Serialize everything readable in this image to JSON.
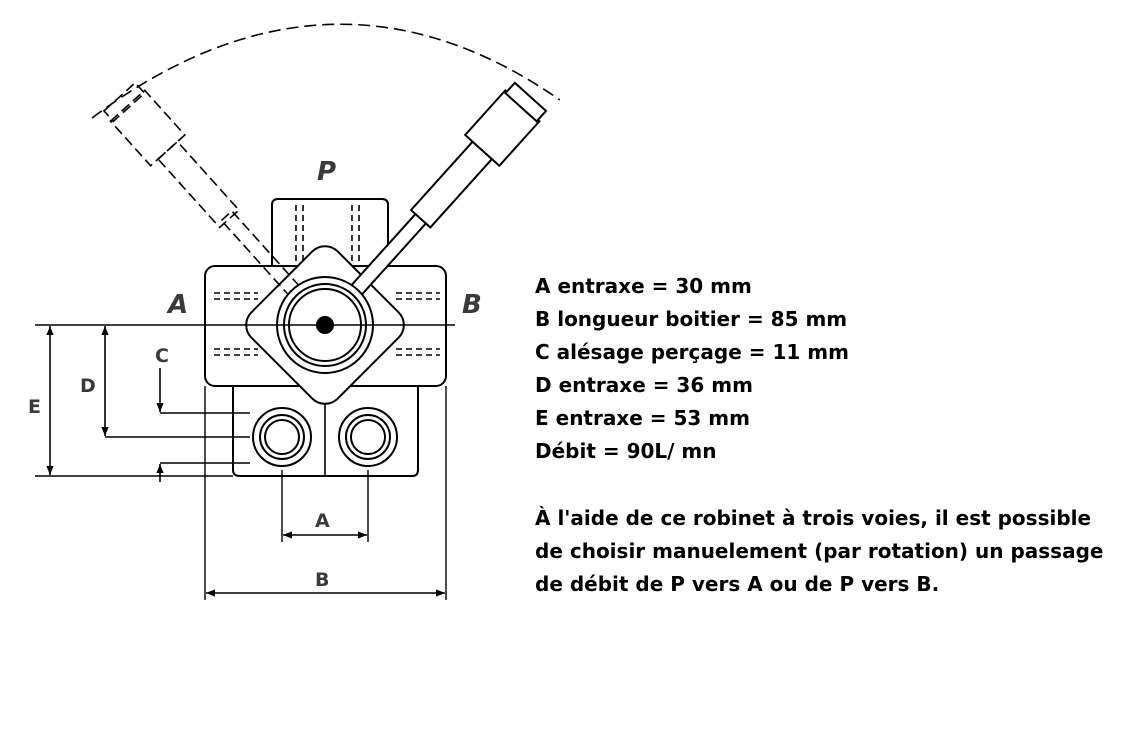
{
  "diagram": {
    "port_labels": {
      "p": "P",
      "a": "A",
      "b": "B"
    },
    "dimension_labels": {
      "a": "A",
      "b": "B",
      "c": "C",
      "d": "D",
      "e": "E"
    }
  },
  "specs": [
    "A entraxe = 30 mm",
    "B longueur boitier = 85 mm",
    "C alésage perçage = 11 mm",
    "D entraxe  = 36 mm",
    "E entraxe = 53 mm",
    "Débit = 90L/ mn"
  ],
  "description": "À l'aide de ce robinet à trois voies, il est possible de choisir manuelement (par rotation) un passage de débit de P vers A ou de P vers B."
}
